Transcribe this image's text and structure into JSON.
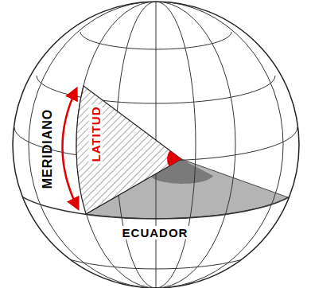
{
  "diagram": {
    "labels": [
      "MERIDIANO",
      "LATITUD",
      "ECUADOR"
    ]
  }
}
